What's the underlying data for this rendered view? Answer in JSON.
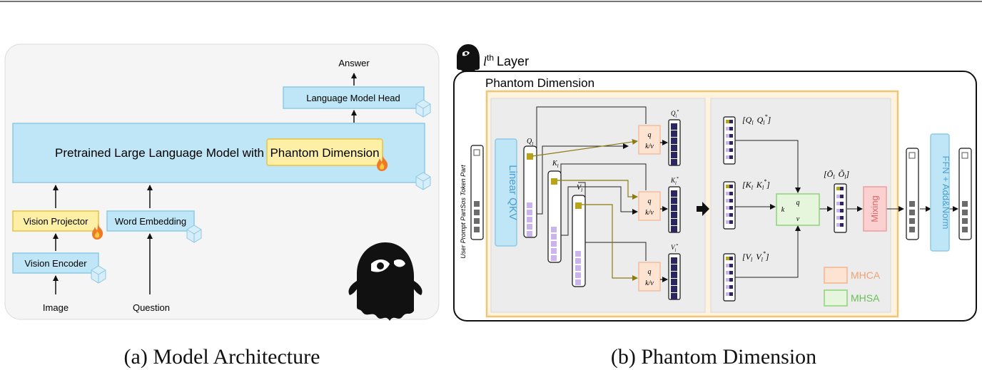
{
  "panel_a": {
    "answer": "Answer",
    "lm_head": "Language Model Head",
    "llm_prefix": "Pretrained Large Language Model with",
    "phantom_dimension": "Phantom Dimension",
    "vision_projector": "Vision Projector",
    "word_embedding": "Word Embedding",
    "vision_encoder": "Vision Encoder",
    "image": "Image",
    "question": "Question",
    "caption": "(a) Model Architecture"
  },
  "panel_b": {
    "layer_l": "l",
    "layer_sup": "th",
    "layer_word": "Layer",
    "phantom_dimension": "Phantom Dimension",
    "sos_token_part": "Sos Token Part",
    "user_prompt_part": "User Prompt Part",
    "linear_qkv": "Linear QKV",
    "q_l": "Q",
    "q_l_sub": "l",
    "k_l": "K",
    "k_l_sub": "l",
    "v_l": "V",
    "v_l_sub": "l",
    "q_star": "Q",
    "q_star_sub": "l",
    "q_star_sup": "*",
    "k_star": "K",
    "k_star_sub": "l",
    "k_star_sup": "*",
    "v_star": "V",
    "v_star_sub": "l",
    "v_star_sup": "*",
    "attn_q": "q",
    "attn_kv": "k/v",
    "concat_q": "[Q",
    "concat_q_sub": "l",
    "concat_q2": "Q",
    "concat_q2_sub": "l",
    "concat_q2_sup": "*",
    "concat_q_end": "]",
    "concat_k": "[K",
    "concat_k_sub": "l",
    "concat_k2": "K",
    "concat_k2_sub": "l",
    "concat_k2_sup": "*",
    "concat_k_end": "]",
    "concat_v": "[V",
    "concat_v_sub": "l",
    "concat_v2": "V",
    "concat_v2_sub": "l",
    "concat_v2_sup": "*",
    "concat_v_end": "]",
    "sa_q": "q",
    "sa_k": "k",
    "sa_v": "v",
    "out_concat": "[Ō",
    "out_concat_sub": "l",
    "out_concat2": "Õ",
    "out_concat2_sub": "l",
    "out_concat_end": "]",
    "mixing": "Mixing",
    "ffn": "FFN + Add&Norm",
    "legend_mhca": "MHCA",
    "legend_mhsa": "MHSA",
    "caption": "(b) Phantom Dimension"
  },
  "colors": {
    "box_blue": "#bfe6f6",
    "box_blue_edge": "#8ecae6",
    "box_yellow": "#fdf0a6",
    "box_yellow_edge": "#e9c23c",
    "panel_grey": "#ececec",
    "phantom_bg": "#fdf3de",
    "phantom_edge": "#f0c674",
    "mhca_fill": "#fde3d2",
    "mhca_edge": "#f2b48f",
    "mhsa_fill": "#e6f6dc",
    "mhsa_edge": "#8fd17a",
    "mixing_fill": "#fbd0d0",
    "mixing_edge": "#ee9d9d",
    "token_navy": "#2b2560",
    "token_lilac": "#c9b5ea",
    "token_olive": "#b8a416",
    "token_grey": "#6b6b6b",
    "flame": "#f07a23",
    "cube": "#cde9f7"
  },
  "icons": {
    "ghost": "ghost-icon",
    "flame": "flame-icon",
    "ice": "ice-cube-icon",
    "arrow": "arrow-right-icon"
  }
}
